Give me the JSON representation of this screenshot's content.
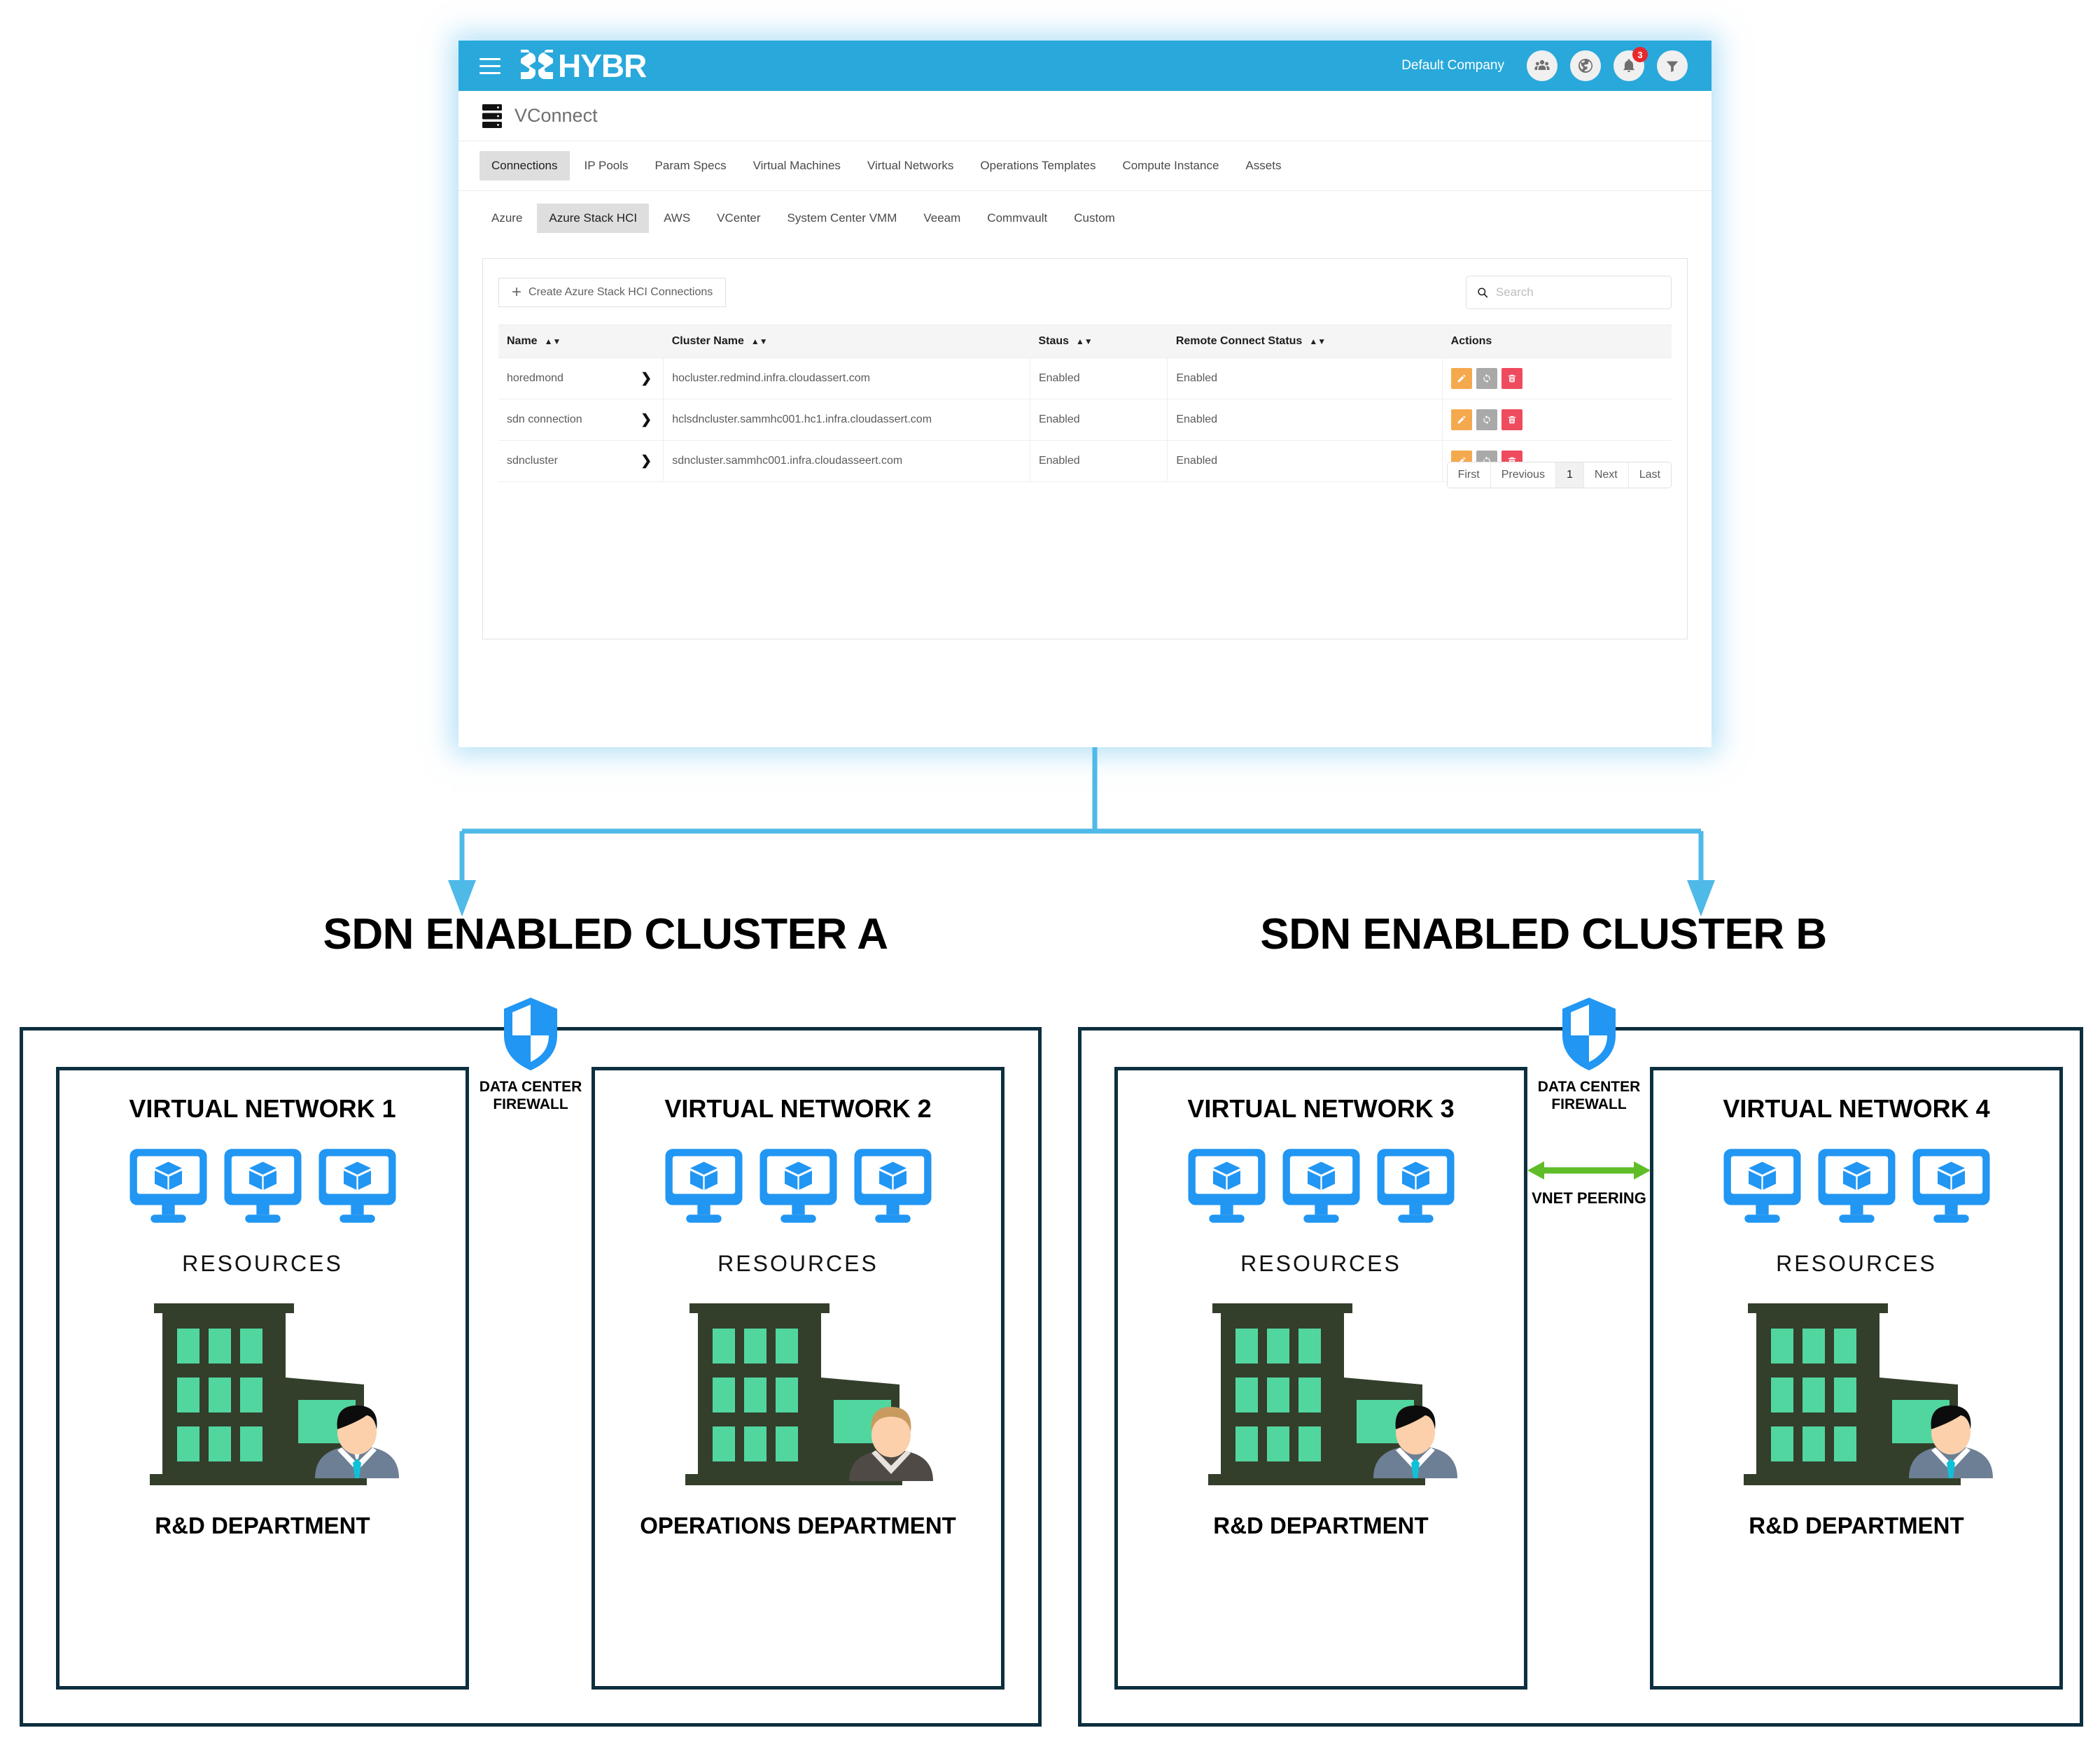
{
  "app": {
    "header": {
      "logo_text": "HYBR",
      "logo_icon": "hybr-logo-icon",
      "menu_icon": "hamburger-menu-icon",
      "company": "Default Company",
      "icons": [
        {
          "name": "users-group-icon",
          "badge": null
        },
        {
          "name": "globe-icon",
          "badge": null
        },
        {
          "name": "bell-icon",
          "badge": "3"
        },
        {
          "name": "filter-icon",
          "badge": null
        }
      ]
    },
    "page": {
      "icon": "server-rack-icon",
      "title": "VConnect"
    },
    "tabs": [
      {
        "label": "Connections",
        "active": true
      },
      {
        "label": "IP Pools",
        "active": false
      },
      {
        "label": "Param Specs",
        "active": false
      },
      {
        "label": "Virtual Machines",
        "active": false
      },
      {
        "label": "Virtual Networks",
        "active": false
      },
      {
        "label": "Operations Templates",
        "active": false
      },
      {
        "label": "Compute Instance",
        "active": false
      },
      {
        "label": "Assets",
        "active": false
      }
    ],
    "subtabs": [
      {
        "label": "Azure",
        "active": false
      },
      {
        "label": "Azure Stack HCI",
        "active": true
      },
      {
        "label": "AWS",
        "active": false
      },
      {
        "label": "VCenter",
        "active": false
      },
      {
        "label": "System Center VMM",
        "active": false
      },
      {
        "label": "Veeam",
        "active": false
      },
      {
        "label": "Commvault",
        "active": false
      },
      {
        "label": "Custom",
        "active": false
      }
    ],
    "toolbar": {
      "create_label": "Create Azure Stack HCI Connections",
      "create_icon": "plus-icon",
      "search_placeholder": "Search",
      "search_value": "",
      "search_icon": "search-icon"
    },
    "table": {
      "columns": [
        {
          "label": "Name",
          "sortable": true
        },
        {
          "label": "Cluster Name",
          "sortable": true
        },
        {
          "label": "Staus",
          "sortable": true
        },
        {
          "label": "Remote Connect Status",
          "sortable": true
        },
        {
          "label": "Actions",
          "sortable": false
        }
      ],
      "rows": [
        {
          "name": "horedmond",
          "cluster_name": "hocluster.redmind.infra.cloudassert.com",
          "status": "Enabled",
          "remote_connect_status": "Enabled",
          "actions": [
            "edit-icon",
            "sync-icon",
            "delete-icon"
          ]
        },
        {
          "name": "sdn connection",
          "cluster_name": "hclsdncluster.sammhc001.hc1.infra.cloudassert.com",
          "status": "Enabled",
          "remote_connect_status": "Enabled",
          "actions": [
            "edit-icon",
            "sync-icon",
            "delete-icon"
          ]
        },
        {
          "name": "sdncluster",
          "cluster_name": "sdncluster.sammhc001.infra.cloudasseert.com",
          "status": "Enabled",
          "remote_connect_status": "Enabled",
          "actions": [
            "edit-icon",
            "sync-icon",
            "delete-icon"
          ]
        }
      ]
    },
    "pagination": {
      "first": "First",
      "previous": "Previous",
      "current_page": "1",
      "next": "Next",
      "last": "Last"
    }
  },
  "diagram": {
    "clusters": [
      {
        "title": "SDN ENABLED CLUSTER A",
        "firewall_label": "DATA CENTER\nFIREWALL",
        "firewall_line1": "DATA CENTER",
        "firewall_line2": "FIREWALL",
        "peering_label": null,
        "networks": [
          {
            "title": "VIRTUAL NETWORK 1",
            "resources_label": "RESOURCES",
            "vm_count": 3,
            "department": "R&D DEPARTMENT"
          },
          {
            "title": "VIRTUAL NETWORK 2",
            "resources_label": "RESOURCES",
            "vm_count": 3,
            "department": "OPERATIONS DEPARTMENT"
          }
        ]
      },
      {
        "title": "SDN ENABLED CLUSTER B",
        "firewall_label": "DATA CENTER\nFIREWALL",
        "firewall_line1": "DATA CENTER",
        "firewall_line2": "FIREWALL",
        "peering_label": "VNET PEERING",
        "networks": [
          {
            "title": "VIRTUAL NETWORK 3",
            "resources_label": "RESOURCES",
            "vm_count": 3,
            "department": "R&D DEPARTMENT"
          },
          {
            "title": "VIRTUAL NETWORK 4",
            "resources_label": "RESOURCES",
            "vm_count": 3,
            "department": "R&D DEPARTMENT"
          }
        ]
      }
    ],
    "colors": {
      "accent_blue": "#29a8db",
      "vm_blue": "#2196f3",
      "box_outline": "#0d2f3f",
      "peering_green": "#5fbd28",
      "building_dark": "#333f2b",
      "building_window": "#52d6a0"
    }
  }
}
